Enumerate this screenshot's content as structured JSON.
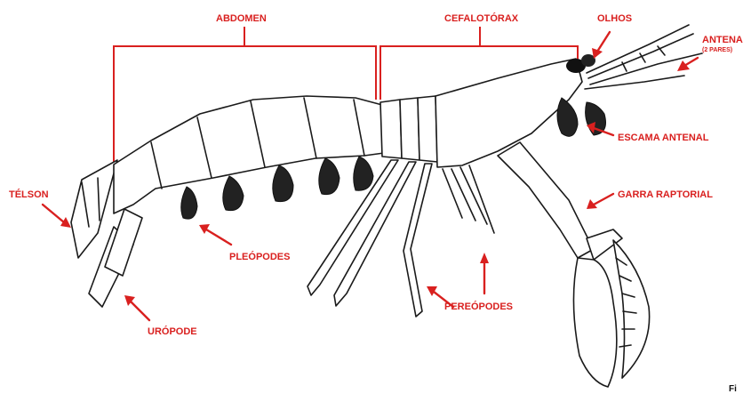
{
  "labels": {
    "abdomen": "ABDOMEN",
    "cefalotorax": "CEFALOTÓRAX",
    "olhos": "OLHOS",
    "antenas": "ANTENAS",
    "antenas_sub": "(2 PARES)",
    "escama": "ESCAMA ANTENAL",
    "garra": "GARRA RAPTORIAL",
    "telson": "TÉLSON",
    "pleopodes": "PLEÓPODES",
    "uropode": "URÓPODE",
    "pereopodes": "PEREÓPODES",
    "corner": "Fi"
  },
  "colors": {
    "label": "#d9201f",
    "outline": "#1a1a1a",
    "background": "#ffffff"
  }
}
